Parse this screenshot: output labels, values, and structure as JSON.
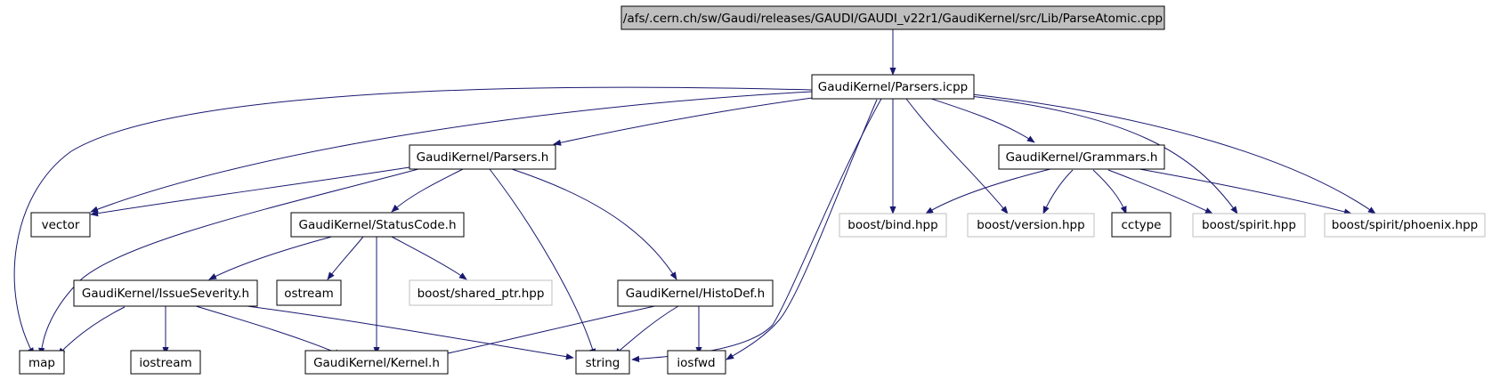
{
  "colors": {
    "edge": "#191970",
    "node_border": "#000000",
    "node_border_grey": "#bfbfbf",
    "root_fill": "#bfbfbf",
    "fill": "#ffffff"
  },
  "nodes": {
    "root": "/afs/.cern.ch/sw/Gaudi/releases/GAUDI/GAUDI_v22r1/GaudiKernel/src/Lib/ParseAtomic.cpp",
    "parsers_icpp": "GaudiKernel/Parsers.icpp",
    "parsers_h": "GaudiKernel/Parsers.h",
    "grammars_h": "GaudiKernel/Grammars.h",
    "vector": "vector",
    "statuscode_h": "GaudiKernel/StatusCode.h",
    "boost_bind": "boost/bind.hpp",
    "boost_version": "boost/version.hpp",
    "cctype": "cctype",
    "boost_spirit": "boost/spirit.hpp",
    "boost_phoenix": "boost/spirit/phoenix.hpp",
    "issueseverity_h": "GaudiKernel/IssueSeverity.h",
    "ostream": "ostream",
    "boost_shared_ptr": "boost/shared_ptr.hpp",
    "histodef_h": "GaudiKernel/HistoDef.h",
    "map": "map",
    "iostream": "iostream",
    "kernel_h": "GaudiKernel/Kernel.h",
    "string": "string",
    "iosfwd": "iosfwd"
  }
}
